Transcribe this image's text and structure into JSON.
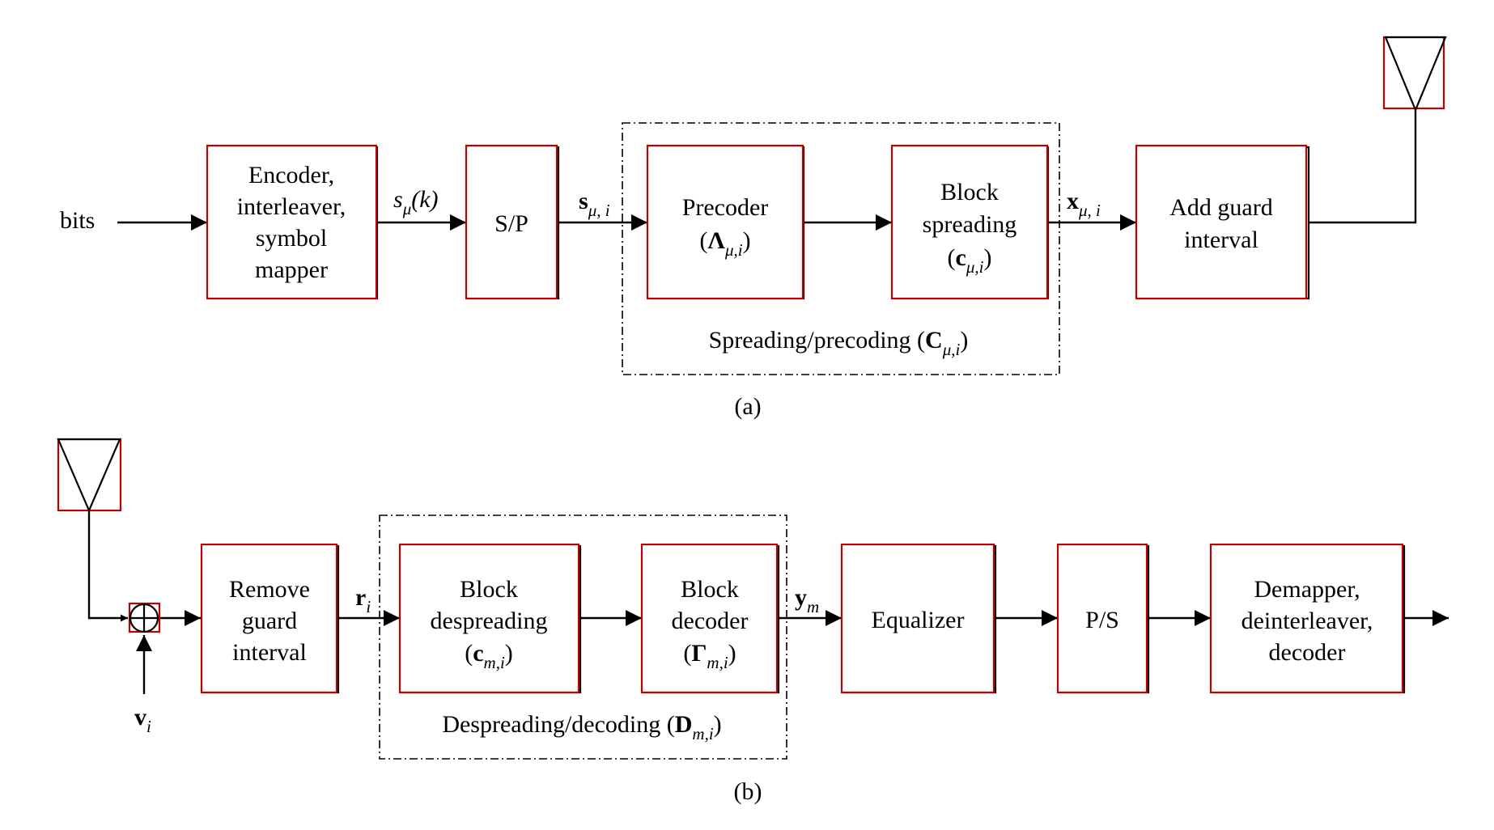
{
  "figure": {
    "part_a": {
      "caption": "(a)",
      "input_label": "bits",
      "blocks": {
        "encoder": [
          "Encoder,",
          "interleaver,",
          "symbol",
          "mapper"
        ],
        "sp": [
          "S/P"
        ],
        "precoder": [
          "Precoder"
        ],
        "spreading": [
          "Block",
          "spreading"
        ],
        "guard": [
          "Add guard",
          "interval"
        ]
      },
      "signals": {
        "s_mu_k": {
          "base": "s",
          "sub": "μ",
          "tail": "(k)"
        },
        "s_vec": {
          "base": "s",
          "sub": "μ, i"
        },
        "x_vec": {
          "base": "x",
          "sub": "μ, i"
        }
      },
      "precoder_symbol": {
        "base": "Λ",
        "sub": "μ,i"
      },
      "spreading_symbol": {
        "base": "c",
        "sub": "μ,i"
      },
      "group_label": {
        "text": "Spreading/precoding (",
        "base": "C",
        "sub": "μ,i",
        "close": ")"
      }
    },
    "part_b": {
      "caption": "(b)",
      "blocks": {
        "remove_guard": [
          "Remove",
          "guard",
          "interval"
        ],
        "despreading": [
          "Block",
          "despreading"
        ],
        "decoder": [
          "Block",
          "decoder"
        ],
        "equalizer": [
          "Equalizer"
        ],
        "ps": [
          "P/S"
        ],
        "demapper": [
          "Demapper,",
          "deinterleaver,",
          "decoder"
        ]
      },
      "signals": {
        "r_vec": {
          "base": "r",
          "sub": "i"
        },
        "y_vec": {
          "base": "y",
          "sub": "m"
        },
        "v_vec": {
          "base": "v",
          "sub": "i"
        }
      },
      "despreading_symbol": {
        "base": "c",
        "sub": "m,i"
      },
      "decoder_symbol": {
        "base": "Γ",
        "sub": "m,i"
      },
      "group_label": {
        "text": "Despreading/decoding (",
        "base": "D",
        "sub": "m,i",
        "close": ")"
      }
    }
  }
}
